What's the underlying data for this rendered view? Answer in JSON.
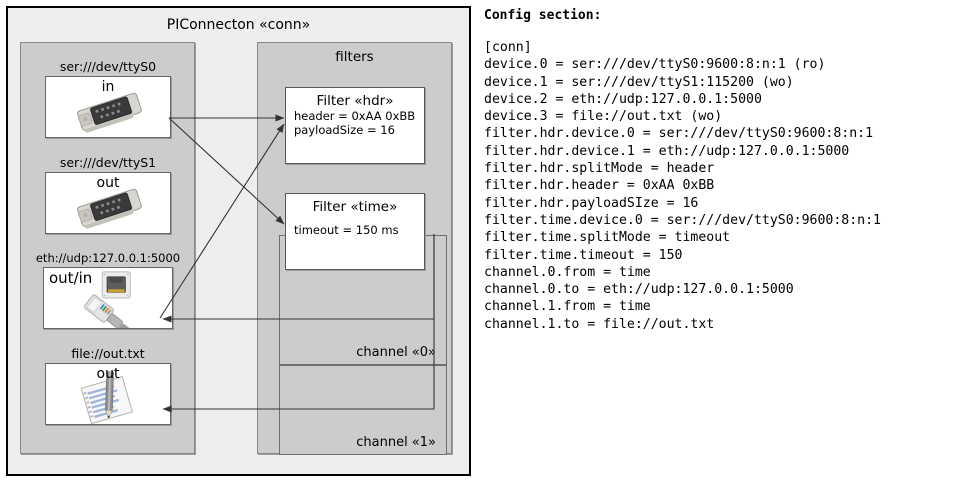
{
  "diagram": {
    "title": "PIConnecton «conn»",
    "devices_panel": {
      "name": "devices",
      "groups": [
        {
          "label": "ser:///dev/ttyS0",
          "io": "in",
          "icon": "serial-port-icon"
        },
        {
          "label": "ser:///dev/ttyS1",
          "io": "out",
          "icon": "serial-port-icon"
        },
        {
          "label": "eth://udp:127.0.0.1:5000",
          "io": "out/in",
          "icon": "ethernet-plug-icon"
        },
        {
          "label": "file://out.txt",
          "io": "out",
          "icon": "text-file-icon"
        }
      ]
    },
    "filters_panel": {
      "title": "filters",
      "filters": [
        {
          "title": "Filter «hdr»",
          "props": [
            "header = 0xAA 0xBB",
            "payloadSize = 16"
          ]
        },
        {
          "title": "Filter «time»",
          "props": [
            "timeout = 150 ms"
          ]
        }
      ],
      "channels": [
        {
          "label": "channel «0»"
        },
        {
          "label": "channel «1»"
        }
      ]
    }
  },
  "config": {
    "heading": "Config section:",
    "text": "[conn]\ndevice.0 = ser:///dev/ttyS0:9600:8:n:1 (ro)\ndevice.1 = ser:///dev/ttyS1:115200 (wo)\ndevice.2 = eth://udp:127.0.0.1:5000\ndevice.3 = file://out.txt (wo)\nfilter.hdr.device.0 = ser:///dev/ttyS0:9600:8:n:1\nfilter.hdr.device.1 = eth://udp:127.0.0.1:5000\nfilter.hdr.splitMode = header\nfilter.hdr.header = 0xAA 0xBB\nfilter.hdr.payloadSIze = 16\nfilter.time.device.0 = ser:///dev/ttyS0:9600:8:n:1\nfilter.time.splitMode = timeout\nfilter.time.timeout = 150\nchannel.0.from = time\nchannel.0.to = eth://udp:127.0.0.1:5000\nchannel.1.from = time\nchannel.1.to = file://out.txt"
  },
  "colors": {
    "frame_bg": "#eeeeee",
    "panel_bg": "#cccccc",
    "box_bg": "#ffffff",
    "line": "#333333"
  }
}
